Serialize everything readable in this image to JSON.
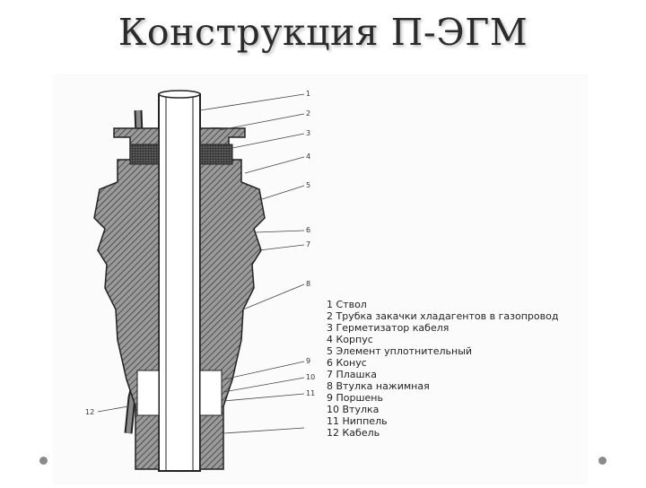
{
  "slide": {
    "title": "Конструкция П-ЭГМ"
  },
  "diagram": {
    "callouts": [
      "1",
      "2",
      "3",
      "4",
      "5",
      "6",
      "7",
      "8",
      "9",
      "10",
      "11",
      "12"
    ],
    "legend": [
      "1 Ствол",
      "2 Трубка закачки хладагентов в газопровод",
      "3 Герметизатор кабеля",
      "4 Корпус",
      "5 Элемент уплотнительный",
      "6 Конус",
      "7 Плашка",
      "8 Втулка нажимная",
      "9 Поршень",
      "10 Втулка",
      "11 Ниппель",
      "12 Кабель"
    ]
  }
}
